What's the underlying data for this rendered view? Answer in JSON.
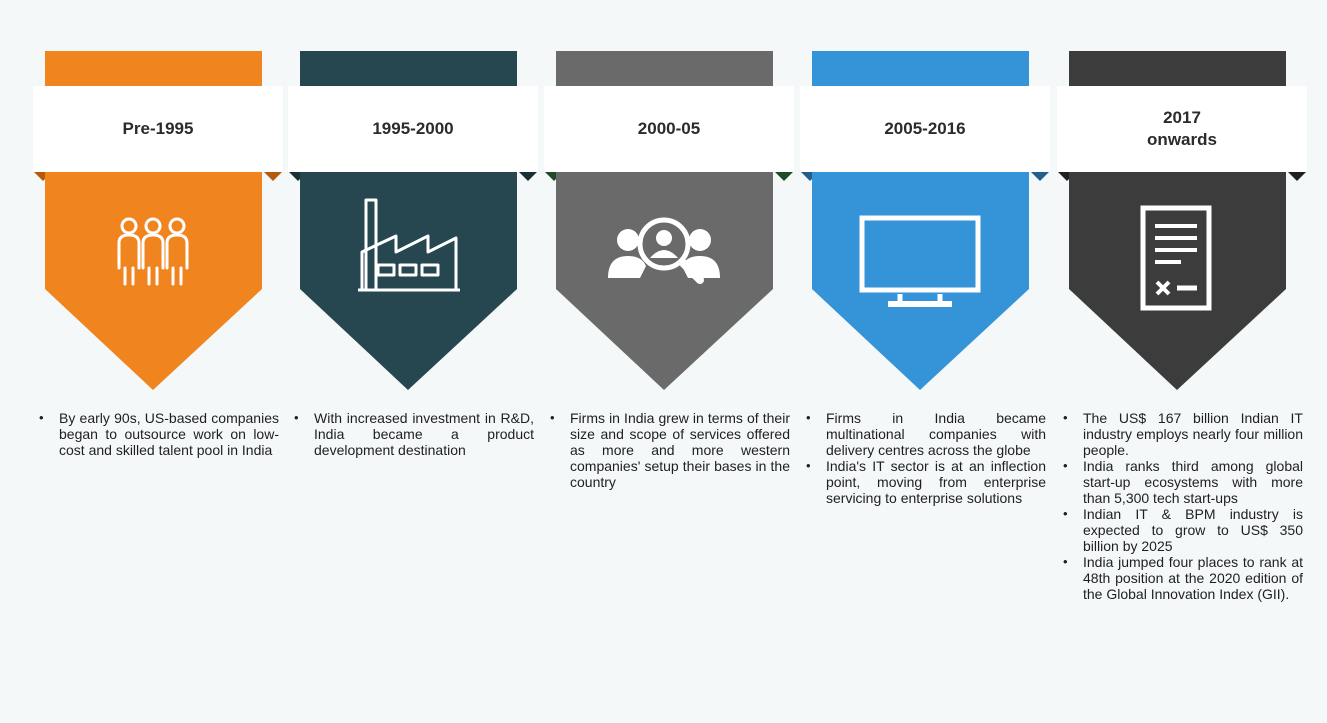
{
  "phases": [
    {
      "label": "Pre-1995",
      "color": "#f0841f",
      "dark": "#b5590c",
      "icon": "people-group-icon",
      "bullets": [
        "By early 90s, US-based companies began to outsource work on low-cost and skilled talent pool in India"
      ]
    },
    {
      "label": "1995-2000",
      "color": "#264650",
      "dark": "#1a2f36",
      "icon": "factory-icon",
      "bullets": [
        "With increased investment in R&D, India became a product development destination"
      ]
    },
    {
      "label": "2000-05",
      "color": "#6a6a6a",
      "dark": "#1f4a2a",
      "icon": "search-people-icon",
      "bullets": [
        "Firms in India grew in terms of their size and scope of services offered as more and more western companies' setup their bases in the country"
      ]
    },
    {
      "label": "2005-2016",
      "color": "#3593d7",
      "dark": "#235f8d",
      "icon": "monitor-icon",
      "bullets": [
        "Firms in India became multinational companies with delivery centres across the globe",
        "India's IT sector is at an inflection point, moving from enterprise servicing to enterprise solutions"
      ]
    },
    {
      "label": "2017\nonwards",
      "color": "#3c3c3c",
      "dark": "#1f1f1f",
      "icon": "document-icon",
      "bullets": [
        "The US$ 167 billion Indian IT industry employs nearly four million people.",
        "India ranks third among global start-up ecosystems with more than 5,300 tech start-ups",
        "Indian IT & BPM industry is expected to grow to US$ 350 billion by 2025",
        "India jumped four places to rank at 48th position at the 2020 edition of the Global Innovation Index (GII)."
      ]
    }
  ]
}
